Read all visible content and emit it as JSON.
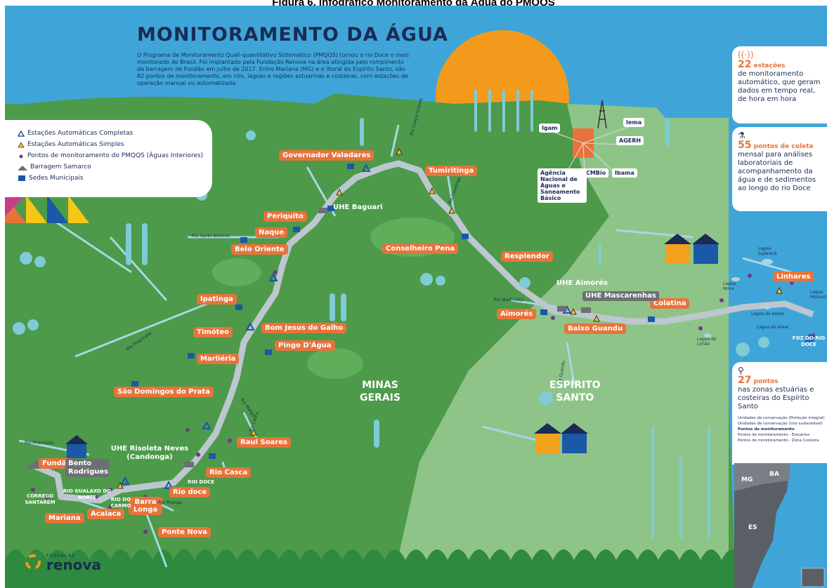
{
  "caption": "Figura 6. Infográfico Monitoramento da Água do PMQQS",
  "title": "MONITORAMENTO DA ÁGUA",
  "intro": "O Programa de Monitoramento Quali-quantitativo Sistemático (PMQQS) tornou o rio Doce o mais monitorado do Brasil. Foi implantado pela Fundação Renova na área atingida pelo rompimento da barragem de Fundão em julho de 2017. Entre Mariana (MG) e o litoral do Espírito Santo, são 82 pontos de monitoramento, em rios, lagoas e regiões estuarinas e costeiras, com estações de operação manual ou automatizada.",
  "legend": {
    "complete": "Estações Automáticas Completas",
    "simple": "Estações Automáticas Simples",
    "points": "Pontos de monitoramento do PMQQS (Águas Interiores)",
    "dam": "Barragem Samarco",
    "seats": "Sedes Municipais"
  },
  "cities": [
    "Governador Valadares",
    "Tumiritinga",
    "Periquito",
    "Naque",
    "Belo Oriente",
    "Conselheiro Pena",
    "Resplendor",
    "Ipatinga",
    "Timóteo",
    "Bom Jesus do Galho",
    "Pingo D'Água",
    "Marliéria",
    "São Domingos do Prata",
    "Raul Soares",
    "Rio Casca",
    "Rio doce",
    "Barra Longa",
    "Ponte Nova",
    "Acaiaca",
    "Mariana",
    "Fundão",
    "Aimorés",
    "Baixo Guandu",
    "Colatina",
    "Linhares"
  ],
  "dams": {
    "baguari": "UHE Baguari",
    "aimores": "UHE Aimorés",
    "mascarenhas": "UHE Mascarenhas",
    "risoleta": "UHE Risoleta Neves (Candonga)"
  },
  "bento": "Bento Rodrigues",
  "places_white": [
    "CORREGO SANTAREM",
    "RIO GUALAXO DO NORTE",
    "RIO DO CARMO",
    "RIO DOCE",
    "FOZ DO RIO DOCE"
  ],
  "rivers": [
    "Rio Suaçuí Grande",
    "Rio Santo Antônio",
    "Rio Caratinga",
    "Rio Manhuaçu",
    "Rio Piracicaba",
    "Rio Piracicaba",
    "Rio Matipó",
    "Rio Casca",
    "Rio Piranga",
    "Rio Guandu"
  ],
  "lagoons": [
    "Lagoa Juparanã",
    "Lagoa Nova",
    "Lagoa Monsarás",
    "Lagoa do Areão",
    "Lagoa do Areal",
    "Lagoa do Limão"
  ],
  "states": {
    "mg": "MINAS\nGERAIS",
    "es": "ESPÍRITO\nSANTO"
  },
  "agencies": [
    "Igam",
    "Iema",
    "AGERH",
    "ICMBio",
    "Ibama",
    "Agência Nacional de Águas e Saneamento Básico"
  ],
  "info": {
    "auto_count": "22",
    "auto_word": "estações",
    "auto_text": "de monitoramento automático, que geram dados em tempo real, de hora em hora",
    "collect_count": "55",
    "collect_word": "pontos de coleta",
    "collect_text": "mensal para análises laboratoriais de acompanhamento da água e de sedimentos ao longo do rio Doce",
    "estuary_count": "27",
    "estuary_word": "pontos",
    "estuary_text": "nas zonas estuárias e costeiras do Espírito Santo",
    "inset_1": "Unidades de conservação (Proteção integral)",
    "inset_2": "Unidades de conservação (Uso sustentável)",
    "inset_3": "Pontos de monitoramento",
    "inset_4": "Pontos de monitoramento - Estuários",
    "inset_5": "Pontos de monitoramento - Zona Costeira"
  },
  "mini_map": {
    "mg": "MG",
    "ba": "BA",
    "es": "ES"
  },
  "logo": {
    "top": "FUNDAÇÃO",
    "name": "renova"
  },
  "colors": {
    "sea": "#3fa5d9",
    "land_dark": "#4c9a4a",
    "land_light": "#8fc489",
    "river": "#a9d6e3",
    "label": "#e8733a",
    "sun": "#f39a1c",
    "navy": "#1a2b55"
  }
}
